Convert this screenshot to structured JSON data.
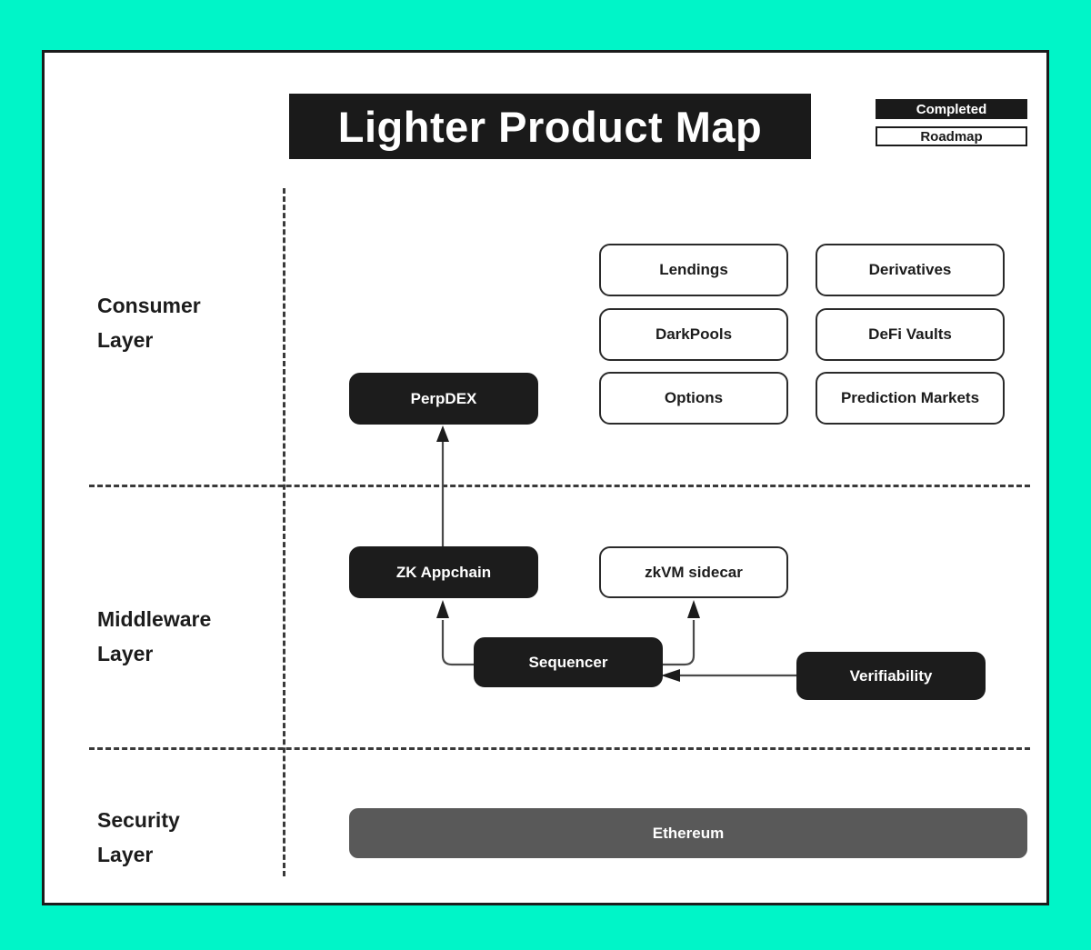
{
  "page": {
    "background_color": "#00F5C8",
    "card_background": "#ffffff",
    "border_color": "#1c1c1c"
  },
  "header": {
    "title": "Lighter Product Map",
    "title_background": "#1a1a1a",
    "title_color": "#ffffff"
  },
  "legend": {
    "items": [
      {
        "label": "Completed",
        "style": "filled",
        "color": "#1a1a1a"
      },
      {
        "label": "Roadmap",
        "style": "outline",
        "color": "#ffffff"
      }
    ]
  },
  "layers": [
    {
      "id": "consumer",
      "label": "Consumer\nLayer",
      "line1": "Consumer",
      "line2": "Layer"
    },
    {
      "id": "middleware",
      "label": "Middleware\nLayer",
      "line1": "Middleware",
      "line2": "Layer"
    },
    {
      "id": "security",
      "label": "Security\nLayer",
      "line1": "Security",
      "line2": "Layer"
    }
  ],
  "nodes": {
    "consumer": [
      {
        "id": "perpdex",
        "label": "PerpDEX",
        "status": "completed"
      },
      {
        "id": "lendings",
        "label": "Lendings",
        "status": "roadmap"
      },
      {
        "id": "derivatives",
        "label": "Derivatives",
        "status": "roadmap"
      },
      {
        "id": "darkpools",
        "label": "DarkPools",
        "status": "roadmap"
      },
      {
        "id": "defi_vaults",
        "label": "DeFi Vaults",
        "status": "roadmap"
      },
      {
        "id": "options",
        "label": "Options",
        "status": "roadmap"
      },
      {
        "id": "prediction_markets",
        "label": "Prediction Markets",
        "status": "roadmap"
      }
    ],
    "middleware": [
      {
        "id": "zk_appchain",
        "label": "ZK Appchain",
        "status": "completed"
      },
      {
        "id": "zkvm_sidecar",
        "label": "zkVM sidecar",
        "status": "roadmap"
      },
      {
        "id": "sequencer",
        "label": "Sequencer",
        "status": "completed"
      },
      {
        "id": "verifiability",
        "label": "Verifiability",
        "status": "completed"
      }
    ],
    "security": [
      {
        "id": "ethereum",
        "label": "Ethereum",
        "status": "base",
        "color": "#595959"
      }
    ]
  },
  "connections": [
    {
      "from": "zk_appchain",
      "to": "perpdex",
      "direction": "up"
    },
    {
      "from": "sequencer",
      "to": "zk_appchain",
      "direction": "up-left"
    },
    {
      "from": "sequencer",
      "to": "zkvm_sidecar",
      "direction": "up-right"
    },
    {
      "from": "verifiability",
      "to": "sequencer",
      "direction": "left"
    }
  ]
}
